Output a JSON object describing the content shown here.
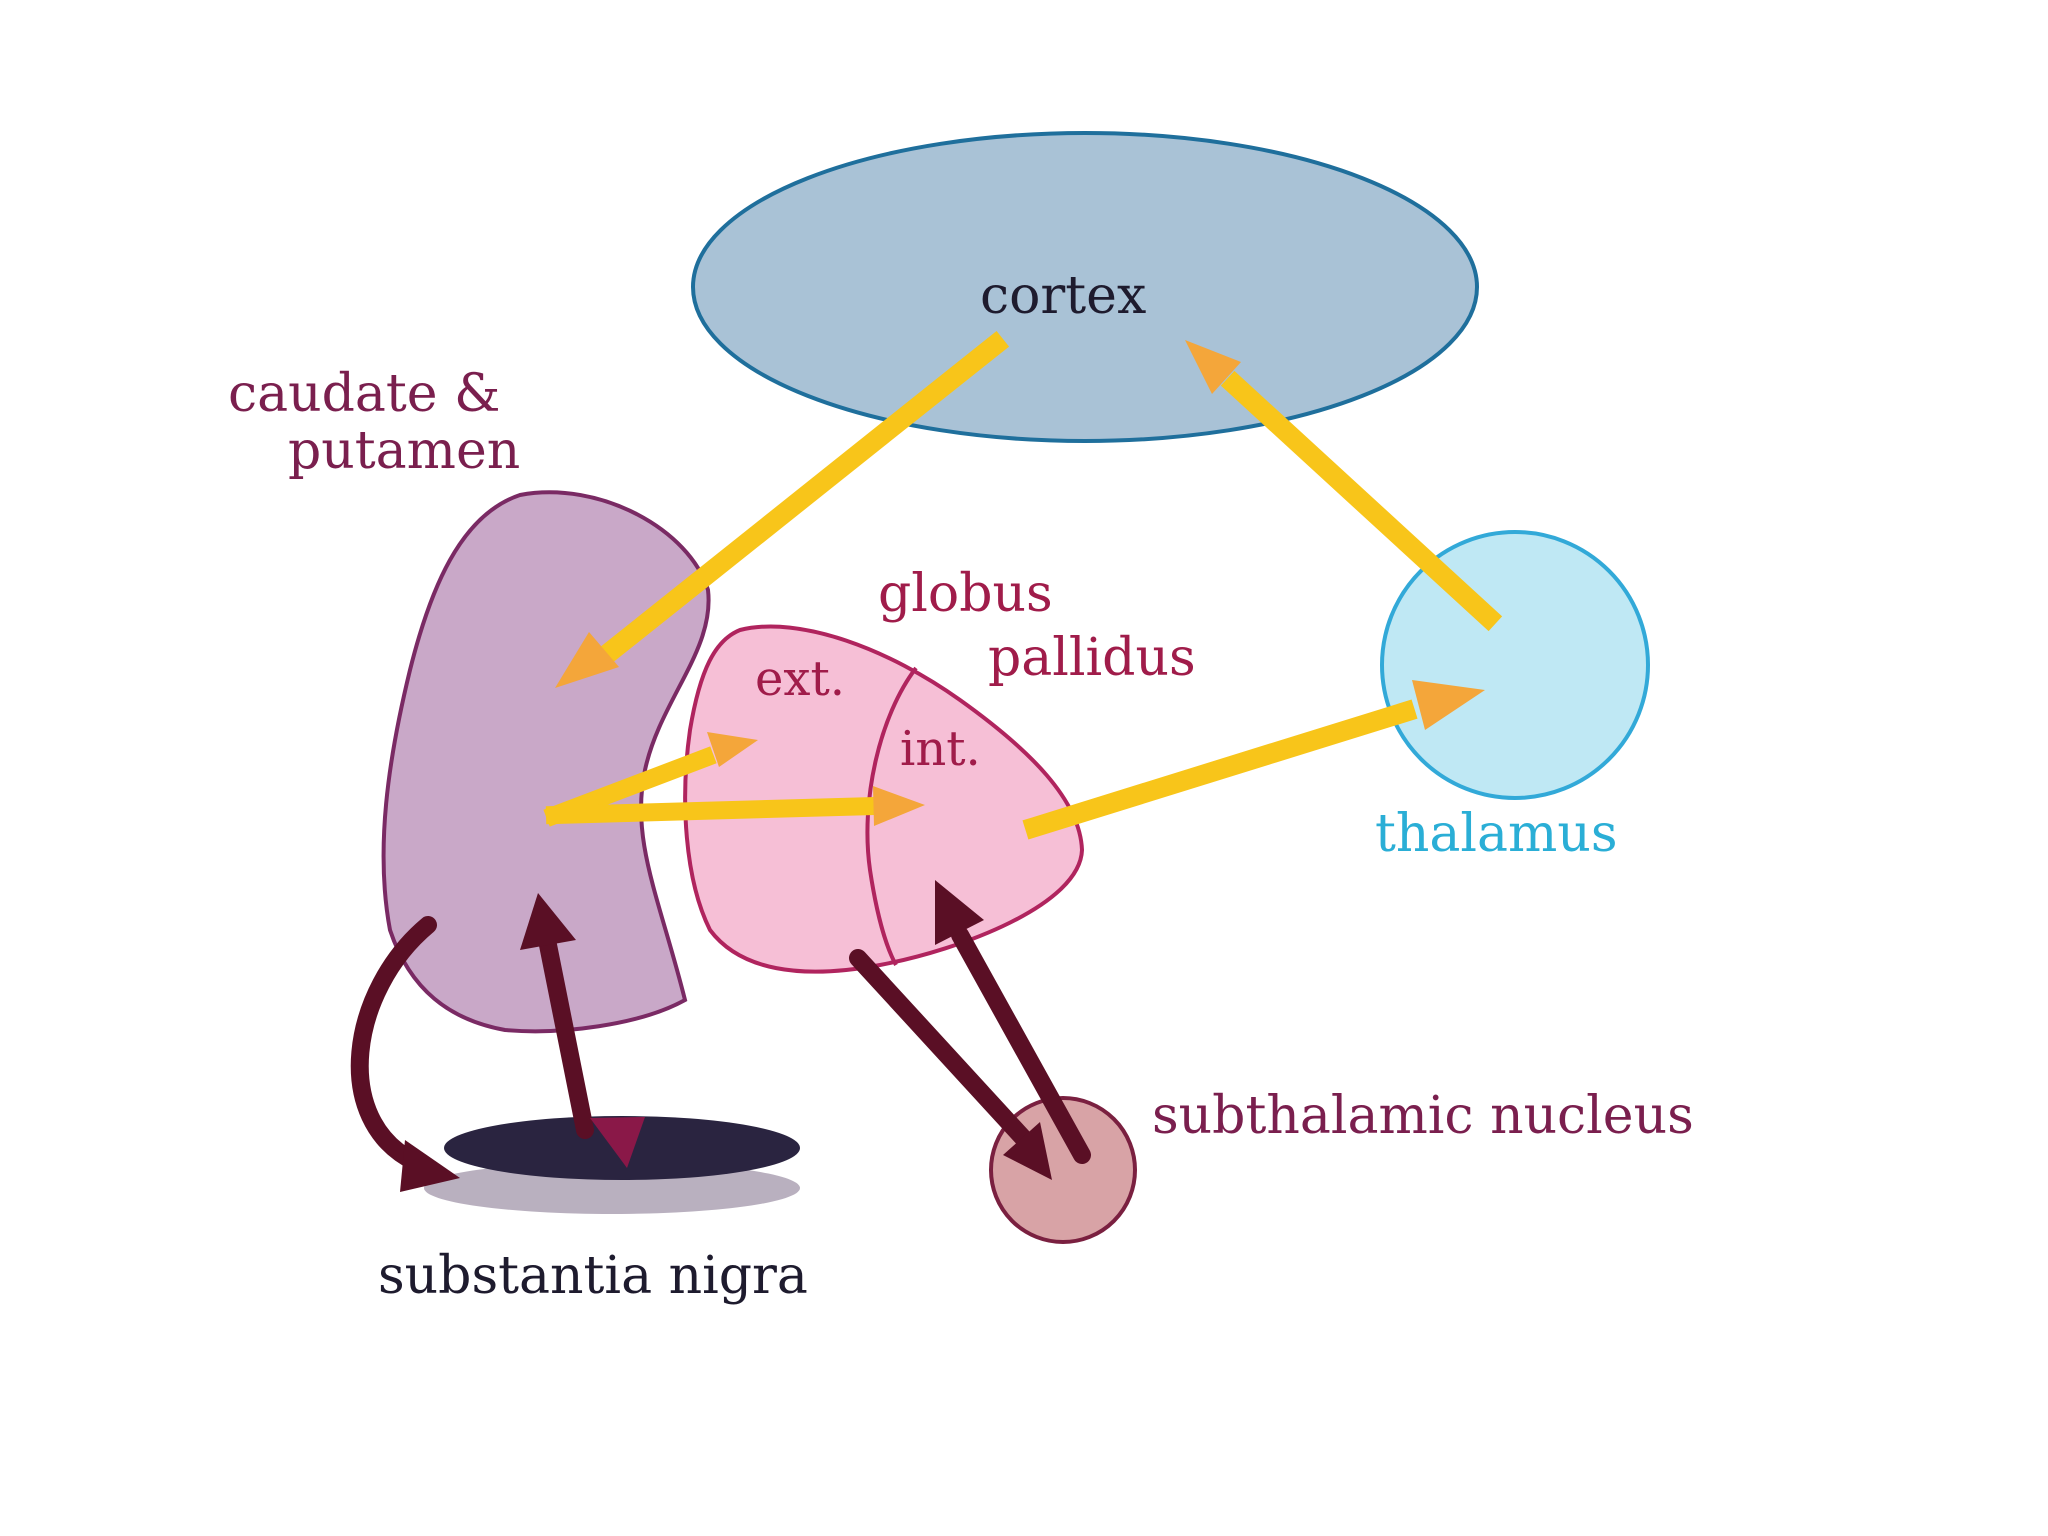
{
  "labels": {
    "cortex": "cortex",
    "caudate_line1": "caudate &",
    "caudate_line2": "putamen",
    "globus_line1": "globus",
    "globus_line2": "pallidus",
    "ext": "ext.",
    "int": "int.",
    "thalamus": "thalamus",
    "subthalamic": "subthalamic nucleus",
    "substantia": "substantia nigra"
  },
  "colors": {
    "cortex_fill": "#a9c2d6",
    "cortex_stroke": "#1f6f9c",
    "caudate_fill": "#c9a8c8",
    "caudate_stroke": "#7a2a64",
    "globus_fill": "#f6bfd6",
    "globus_stroke": "#b0245e",
    "thalamus_fill": "#bfe8f4",
    "thalamus_stroke": "#32a9d8",
    "stn_fill": "#d8a3a6",
    "stn_stroke": "#7a2040",
    "nigra_top": "#2a2440",
    "nigra_bottom": "#b9b0bf",
    "excitatory_arrow": "#f8c51a",
    "arrow_head": "#f4a63a",
    "inhibitory_arrow": "#5a0f25",
    "nigra_head": "#8a1848"
  }
}
